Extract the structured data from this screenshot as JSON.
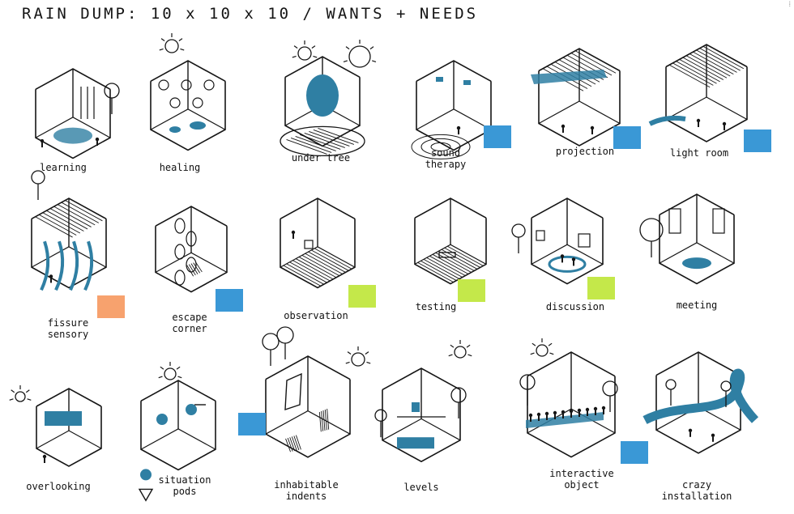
{
  "title": "RAIN DUMP: 10 x 10 x 10 / WANTS + NEEDS",
  "colors": {
    "ink": "#151515",
    "blue_wash": "#2f7fa3",
    "note_blue": "#3a98d6",
    "note_green": "#c4e84a",
    "note_orange": "#f7a26e"
  },
  "sketches": [
    {
      "label": "learning"
    },
    {
      "label": "healing"
    },
    {
      "label": "under tree"
    },
    {
      "label": "sound\ntherapy"
    },
    {
      "label": "projection"
    },
    {
      "label": "light room"
    },
    {
      "label": "fissure\nsensory"
    },
    {
      "label": "escape\ncorner"
    },
    {
      "label": "observation"
    },
    {
      "label": "testing"
    },
    {
      "label": "discussion"
    },
    {
      "label": "meeting"
    },
    {
      "label": "overlooking"
    },
    {
      "label": "situation\npods"
    },
    {
      "label": "inhabitable\nindents"
    },
    {
      "label": "levels"
    },
    {
      "label": "interactive\nobject"
    },
    {
      "label": "crazy\ninstallation"
    }
  ],
  "sticky_notes": [
    {
      "color": "blue"
    },
    {
      "color": "blue"
    },
    {
      "color": "blue"
    },
    {
      "color": "orange"
    },
    {
      "color": "blue"
    },
    {
      "color": "green"
    },
    {
      "color": "green"
    },
    {
      "color": "green"
    },
    {
      "color": "blue"
    },
    {
      "color": "blue"
    }
  ]
}
